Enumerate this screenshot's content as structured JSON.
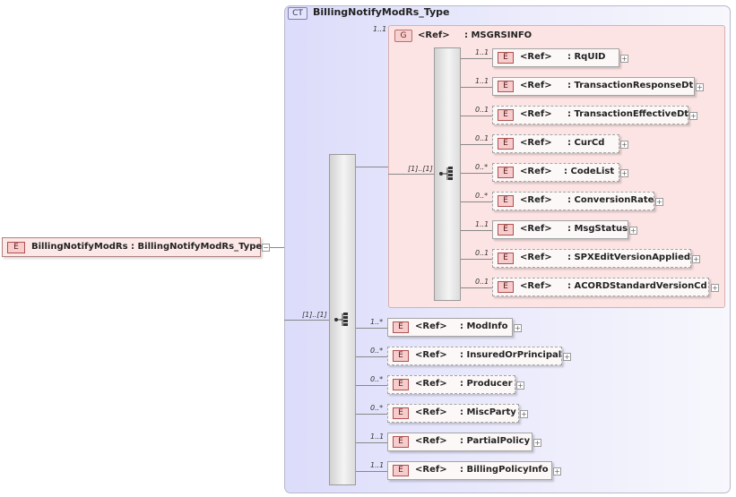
{
  "root": {
    "badge": "E",
    "name": "BillingNotifyModRs",
    "type": ": BillingNotifyModRs_Type"
  },
  "complex_type": {
    "badge": "CT",
    "name": "BillingNotifyModRs_Type"
  },
  "outer_sequence": {
    "cardinality": "[1]..[1]"
  },
  "group": {
    "badge": "G",
    "ref": "<Ref>",
    "name": ": MSGRSINFO",
    "cardinality": "1..1",
    "sequence_cardinality": "[1]..[1]"
  },
  "element_badge": "E",
  "ref_label": "<Ref>",
  "group_elements": [
    {
      "name": ": RqUID",
      "cardinality": "1..1",
      "optional": false
    },
    {
      "name": ": TransactionResponseDt",
      "cardinality": "1..1",
      "optional": false
    },
    {
      "name": ": TransactionEffectiveDt",
      "cardinality": "0..1",
      "optional": true
    },
    {
      "name": ": CurCd",
      "cardinality": "0..1",
      "optional": true
    },
    {
      "name": ": CodeList",
      "cardinality": "0..*",
      "optional": true
    },
    {
      "name": ": ConversionRate",
      "cardinality": "0..*",
      "optional": true
    },
    {
      "name": ": MsgStatus",
      "cardinality": "1..1",
      "optional": false
    },
    {
      "name": ": SPXEditVersionApplied",
      "cardinality": "0..1",
      "optional": true
    },
    {
      "name": ": ACORDStandardVersionCd",
      "cardinality": "0..1",
      "optional": true
    }
  ],
  "outer_elements": [
    {
      "name": ": ModInfo",
      "cardinality": "1..*",
      "optional": false
    },
    {
      "name": ": InsuredOrPrincipal",
      "cardinality": "0..*",
      "optional": true
    },
    {
      "name": ": Producer",
      "cardinality": "0..*",
      "optional": true
    },
    {
      "name": ": MiscParty",
      "cardinality": "0..*",
      "optional": true
    },
    {
      "name": ": PartialPolicy",
      "cardinality": "1..1",
      "optional": false
    },
    {
      "name": ": BillingPolicyInfo",
      "cardinality": "1..1",
      "optional": false
    }
  ],
  "expand_symbol": "+",
  "collapse_symbol": "−"
}
